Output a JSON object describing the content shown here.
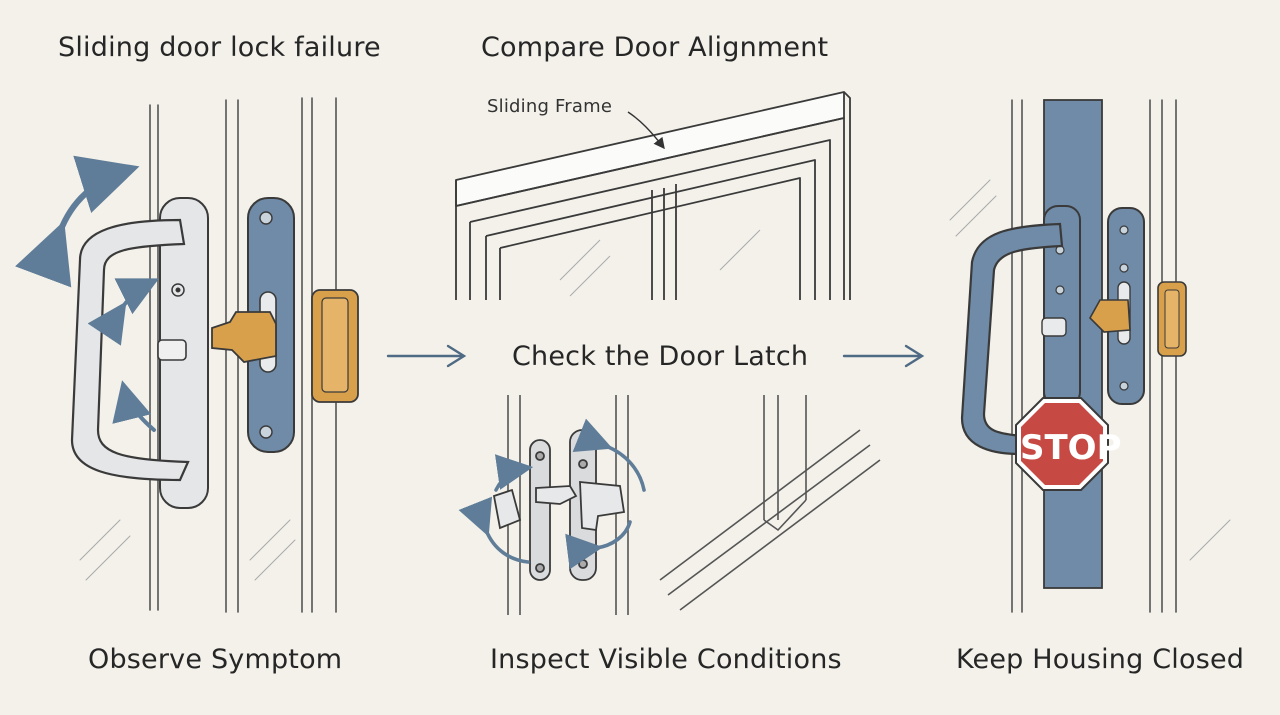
{
  "titles": {
    "main": "Sliding door lock failure",
    "alignment": "Compare Door Alignment",
    "frame_callout": "Sliding Frame",
    "latch_check": "Check the Door Latch"
  },
  "steps": [
    {
      "label": "Observe Symptom"
    },
    {
      "label": "Inspect Visible Conditions"
    },
    {
      "label": "Keep Housing Closed"
    }
  ],
  "stop_sign": {
    "text": "STOP",
    "color": "#c64a43"
  },
  "colors": {
    "background": "#f3f1ea",
    "line": "#3a3a3a",
    "steel_blue": "#6f8ba7",
    "brass": "#d9a04c",
    "arrow": "#5f7d98",
    "handle_silver": "#e4e6e8"
  },
  "icons": {
    "flow_arrow": "right-arrow-icon",
    "rotate_arrow": "curved-arrow-icon"
  }
}
